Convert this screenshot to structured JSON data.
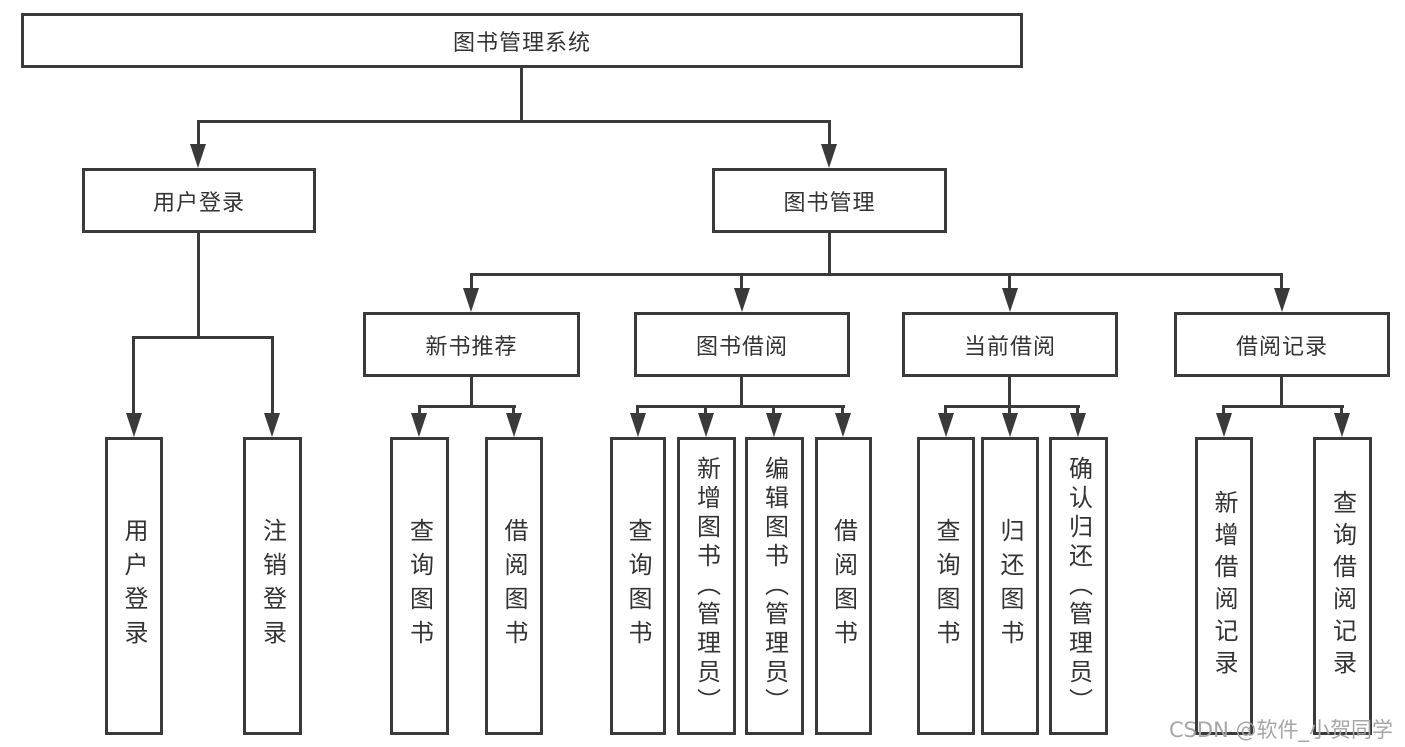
{
  "diagram_title": "图书管理系统",
  "tree": {
    "root": {
      "label": "图书管理系统",
      "children": [
        {
          "label": "用户登录",
          "children": [
            {
              "label": "用户登录"
            },
            {
              "label": "注销登录"
            }
          ]
        },
        {
          "label": "图书管理",
          "children": [
            {
              "label": "新书推荐",
              "children": [
                {
                  "label": "查询图书"
                },
                {
                  "label": "借阅图书"
                }
              ]
            },
            {
              "label": "图书借阅",
              "children": [
                {
                  "label": "查询图书"
                },
                {
                  "label": "新增图书（管理员）"
                },
                {
                  "label": "编辑图书（管理员）"
                },
                {
                  "label": "借阅图书"
                }
              ]
            },
            {
              "label": "当前借阅",
              "children": [
                {
                  "label": "查询图书"
                },
                {
                  "label": "归还图书"
                },
                {
                  "label": "确认归还（管理员）"
                }
              ]
            },
            {
              "label": "借阅记录",
              "children": [
                {
                  "label": "新增借阅记录"
                },
                {
                  "label": "查询借阅记录"
                }
              ]
            }
          ]
        }
      ]
    }
  },
  "watermark": {
    "text": "CSDN @软件_小贺同学"
  },
  "colors": {
    "line": "#3a3a3a",
    "box_border": "#3a3a3a",
    "text": "#333333",
    "background": "#ffffff",
    "watermark": "#a6a6a6"
  }
}
